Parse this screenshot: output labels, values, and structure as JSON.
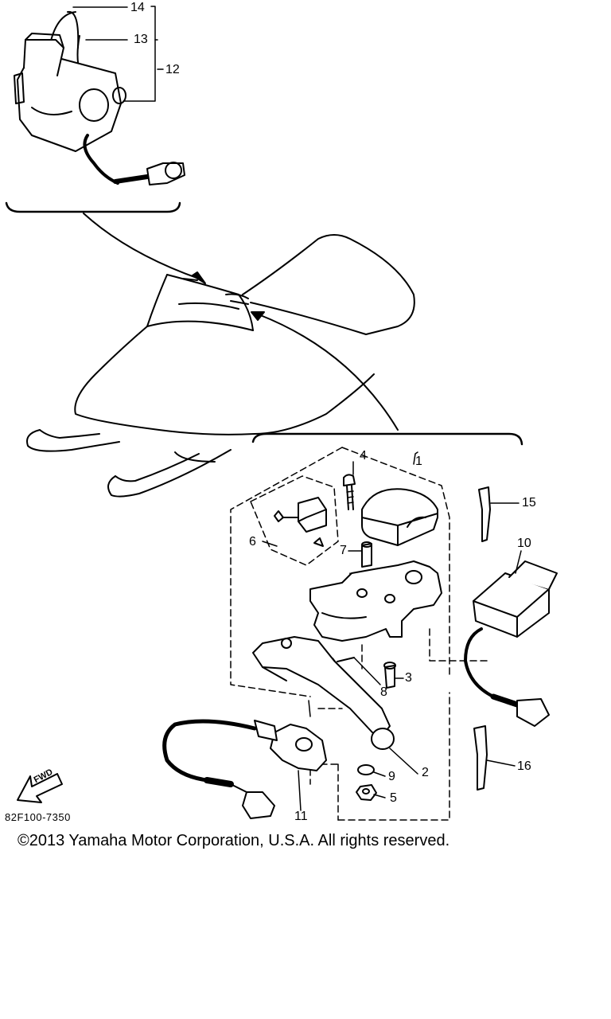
{
  "diagram": {
    "callouts": [
      "1",
      "2",
      "3",
      "4",
      "5",
      "6",
      "7",
      "8",
      "9",
      "10",
      "11",
      "12",
      "13",
      "14",
      "15",
      "16"
    ],
    "fwd_label": "FWD",
    "drawing_code": "82F100-7350",
    "copyright": "©2013 Yamaha Motor Corporation, U.S.A. All rights reserved.",
    "line_color": "#000000",
    "background": "#ffffff"
  }
}
